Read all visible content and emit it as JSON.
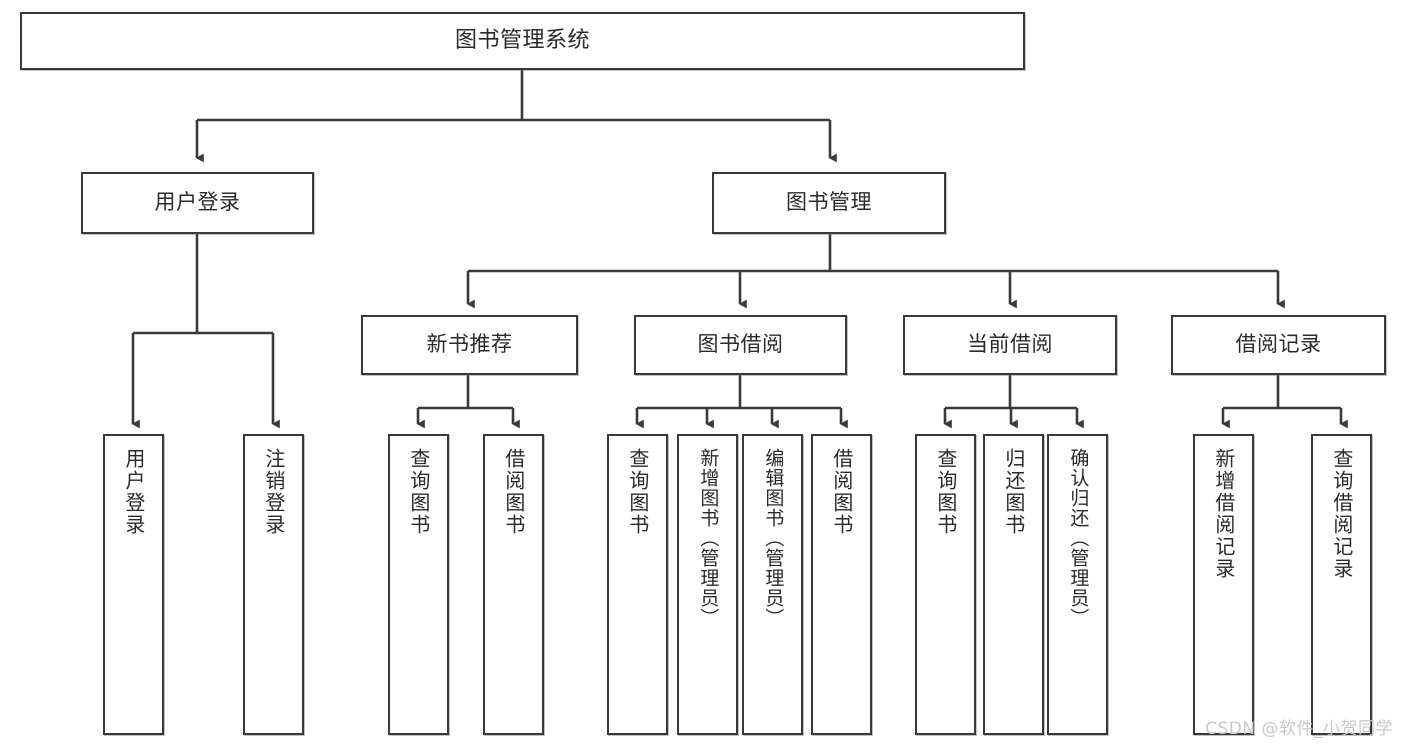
{
  "diagram": {
    "title": "图书管理系统",
    "type": "tree-hierarchy-diagram",
    "watermark": "CSDN @软件_小贺同学",
    "colors": {
      "box_border": "#3a3a3a",
      "box_fill": "#ffffff",
      "edge": "#3a3a3a",
      "text": "#2b2b2b",
      "watermark": "#c8c8c8",
      "background": "#ffffff"
    },
    "nodes": {
      "root": {
        "label": "图书管理系统"
      },
      "level1": [
        {
          "id": "user-login",
          "label": "用户登录"
        },
        {
          "id": "book-manage",
          "label": "图书管理"
        }
      ],
      "level2": [
        {
          "id": "new-book-recommend",
          "label": "新书推荐"
        },
        {
          "id": "book-borrow",
          "label": "图书借阅"
        },
        {
          "id": "current-borrow",
          "label": "当前借阅"
        },
        {
          "id": "borrow-record",
          "label": "借阅记录"
        }
      ],
      "leaves": {
        "user_login": [
          {
            "id": "leaf-user-login",
            "label": "用户登录"
          },
          {
            "id": "leaf-user-logout",
            "label": "注销登录"
          }
        ],
        "new_book_recommend": [
          {
            "id": "leaf-query-book-1",
            "label": "查询图书"
          },
          {
            "id": "leaf-borrow-book-1",
            "label": "借阅图书"
          }
        ],
        "book_borrow": [
          {
            "id": "leaf-query-book-2",
            "label": "查询图书"
          },
          {
            "id": "leaf-add-book",
            "label": "新增图书（管理员）"
          },
          {
            "id": "leaf-edit-book",
            "label": "编辑图书（管理员）"
          },
          {
            "id": "leaf-borrow-book-2",
            "label": "借阅图书"
          }
        ],
        "current_borrow": [
          {
            "id": "leaf-query-book-3",
            "label": "查询图书"
          },
          {
            "id": "leaf-return-book",
            "label": "归还图书"
          },
          {
            "id": "leaf-confirm-return",
            "label": "确认归还（管理员）"
          }
        ],
        "borrow_record": [
          {
            "id": "leaf-add-record",
            "label": "新增借阅记录"
          },
          {
            "id": "leaf-query-record",
            "label": "查询借阅记录"
          }
        ]
      }
    }
  }
}
